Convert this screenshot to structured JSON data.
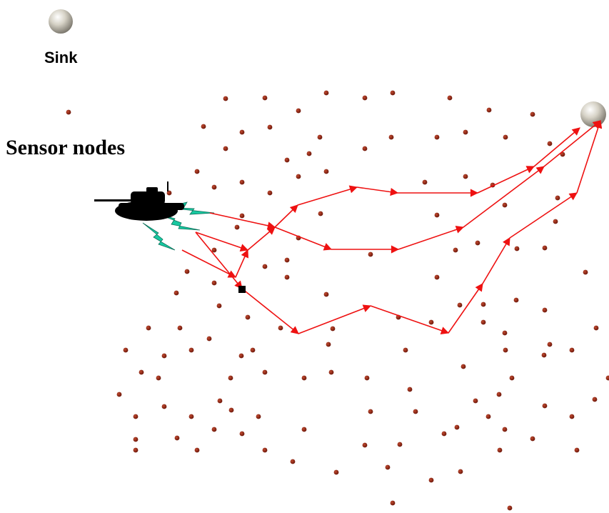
{
  "labels": {
    "sink": "Sink",
    "sensor_nodes": "Sensor nodes"
  },
  "icons": {
    "sink": "sphere-icon",
    "target": "tank-icon",
    "signal": "lightning-bolt-icon",
    "node": "sensor-node-dot"
  },
  "colors": {
    "node": "#8b2010",
    "path_arrow": "#ee1111",
    "signal": "#17c8a0",
    "source_node": "#000000",
    "sink_sphere": "#c8c4b8",
    "tank": "#000000"
  }
}
